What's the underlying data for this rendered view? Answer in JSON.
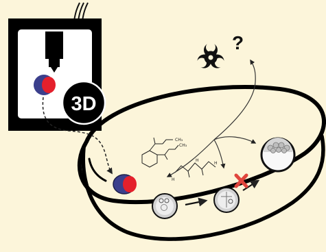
{
  "printer_panel": {
    "printer_icon": "3d-printer-icon",
    "label": "3D",
    "background_color": "#000000",
    "inner_color": "#ffffff"
  },
  "printed_object": {
    "icon": "printed-disc-icon",
    "outer_color": "#3b3f8c",
    "core_color": "#e4202c"
  },
  "hazard": {
    "icon": "biohazard-icon",
    "mark": "?"
  },
  "molecule_labels": {
    "ch3_top": "CH₃",
    "ch3_bottom": "CH₃",
    "h_left": "H",
    "h_middle": "H",
    "h_right": "H"
  },
  "embryo_stages": [
    "early-embryo-icon",
    "cleavage-embryo-icon",
    "blastocyst-icon"
  ],
  "blocked_marker": {
    "icon": "cross-mark-icon",
    "color": "#e0453c"
  },
  "colors": {
    "background": "#fcf5da",
    "outline": "#000000",
    "embryo_fill": "#cfcfcf"
  }
}
